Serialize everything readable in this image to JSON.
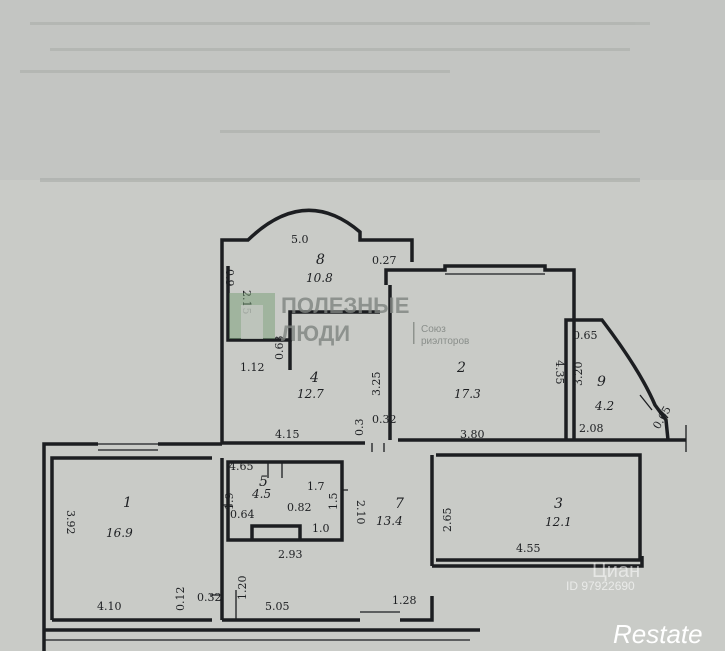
{
  "rooms": [
    {
      "num": "1",
      "area": "16.9"
    },
    {
      "num": "2",
      "area": "17.3"
    },
    {
      "num": "3",
      "area": "12.1"
    },
    {
      "num": "4",
      "area": "12.7"
    },
    {
      "num": "5",
      "area": "4.5"
    },
    {
      "num": "7",
      "area": "13.4"
    },
    {
      "num": "8",
      "area": "10.8"
    },
    {
      "num": "9",
      "area": "4.2"
    }
  ],
  "dims": {
    "top_arc": "5.0",
    "d_215": "2.15",
    "d_09": "0.9",
    "d_027": "0.27",
    "d_063": "0.63",
    "d_112": "1.12",
    "d_325": "3.25",
    "d_415": "4.15",
    "d_03": "0.3",
    "d_032": "0.32",
    "d_380": "3.80",
    "d_435": "4.35",
    "d_065": "0.65",
    "d_320": "3.20",
    "d_208": "2.08",
    "d_065b": "0.65",
    "d_465": "4.65",
    "d_17": "1.7",
    "d_19": "1.9",
    "d_064": "0.64",
    "d_082": "0.82",
    "d_15": "1.5",
    "d_10": "1.0",
    "d_293": "2.93",
    "d_210": "2.10",
    "d_265": "2.65",
    "d_455": "4.55",
    "d_392": "3.92",
    "d_410": "4.10",
    "d_012": "0.12",
    "d_032b": "0.32",
    "d_120": "1.20",
    "d_505": "5.05",
    "d_128": "1.28"
  },
  "watermarks": {
    "brand_line1": "ПОЛЕЗНЫЕ",
    "brand_line2": "ЛЮДИ",
    "brand_small1": "Союз",
    "brand_small2": "риэлторов",
    "cian": "Циан",
    "cian_id": "ID 97922690",
    "restate": "Restate"
  }
}
